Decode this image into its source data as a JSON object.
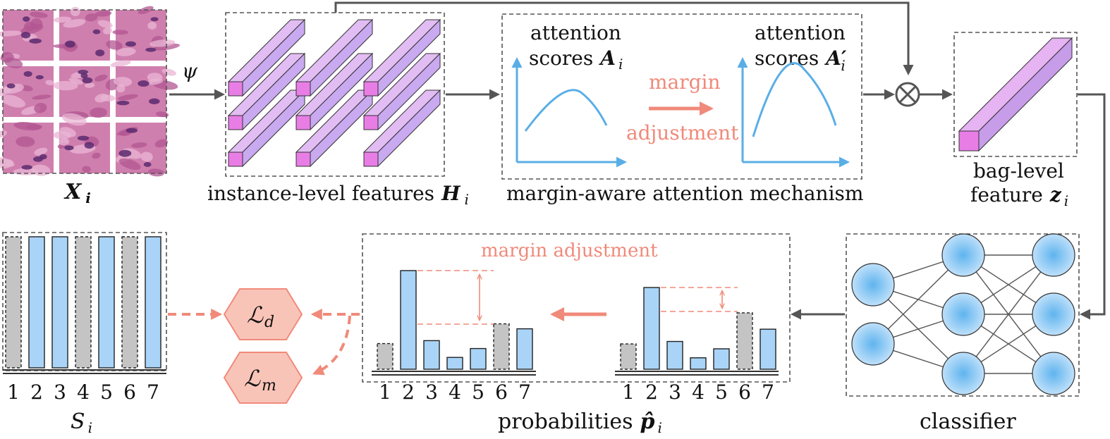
{
  "colors": {
    "blue": "#a9d4f7",
    "blue_line": "#5aaee6",
    "gray": "#c4c4c4",
    "pink_front": "#e97de6",
    "pink_side": "#c9a9f0",
    "salmon": "#f08a7a",
    "salmon_fill": "#f9c4b8",
    "arrow": "#555555",
    "tissue": "#c96a9c"
  },
  "labels": {
    "xi": "X",
    "xi_sub": "i",
    "psi": "ψ",
    "instance_features": "instance-level features",
    "hi": "H",
    "hi_sub": "i",
    "attn_left_1": "attention",
    "attn_left_2": "scores",
    "attn_left_sym": "A",
    "attn_left_sub": "i",
    "attn_right_1": "attention",
    "attn_right_2": "scores",
    "attn_right_sym": "A′",
    "attn_right_sub": "i",
    "margin": "margin",
    "adjustment": "adjustment",
    "mechanism": "margin-aware attention mechanism",
    "otimes": "⊗",
    "bag_1": "bag-level",
    "bag_2": "feature",
    "zi": "z",
    "zi_sub": "i",
    "si": "S",
    "si_sub": "i",
    "ld": "ℒ",
    "ld_sub": "d",
    "lm": "ℒ",
    "lm_sub": "m",
    "margin_adjustment": "margin adjustment",
    "probabilities": "probabilities",
    "pi": "p̂",
    "pi_sub": "i",
    "classifier": "classifier"
  },
  "chart_data": [
    {
      "type": "bar",
      "name_role": "class set S_i",
      "categories": [
        "1",
        "2",
        "3",
        "4",
        "5",
        "6",
        "7"
      ],
      "values": [
        1,
        1,
        1,
        1,
        1,
        1,
        1
      ],
      "highlighted": [
        false,
        true,
        true,
        false,
        true,
        false,
        true
      ]
    },
    {
      "type": "bar",
      "name_role": "adjusted probabilities",
      "categories": [
        "1",
        "2",
        "3",
        "4",
        "5",
        "6",
        "7"
      ],
      "values": [
        0.26,
        1.0,
        0.29,
        0.12,
        0.21,
        0.46,
        0.41
      ],
      "highlighted": [
        false,
        true,
        true,
        true,
        true,
        false,
        true
      ]
    },
    {
      "type": "bar",
      "name_role": "original probabilities",
      "categories": [
        "1",
        "2",
        "3",
        "4",
        "5",
        "6",
        "7"
      ],
      "values": [
        0.31,
        1.0,
        0.34,
        0.14,
        0.25,
        0.69,
        0.49
      ],
      "highlighted": [
        false,
        true,
        true,
        true,
        true,
        false,
        true
      ]
    }
  ]
}
